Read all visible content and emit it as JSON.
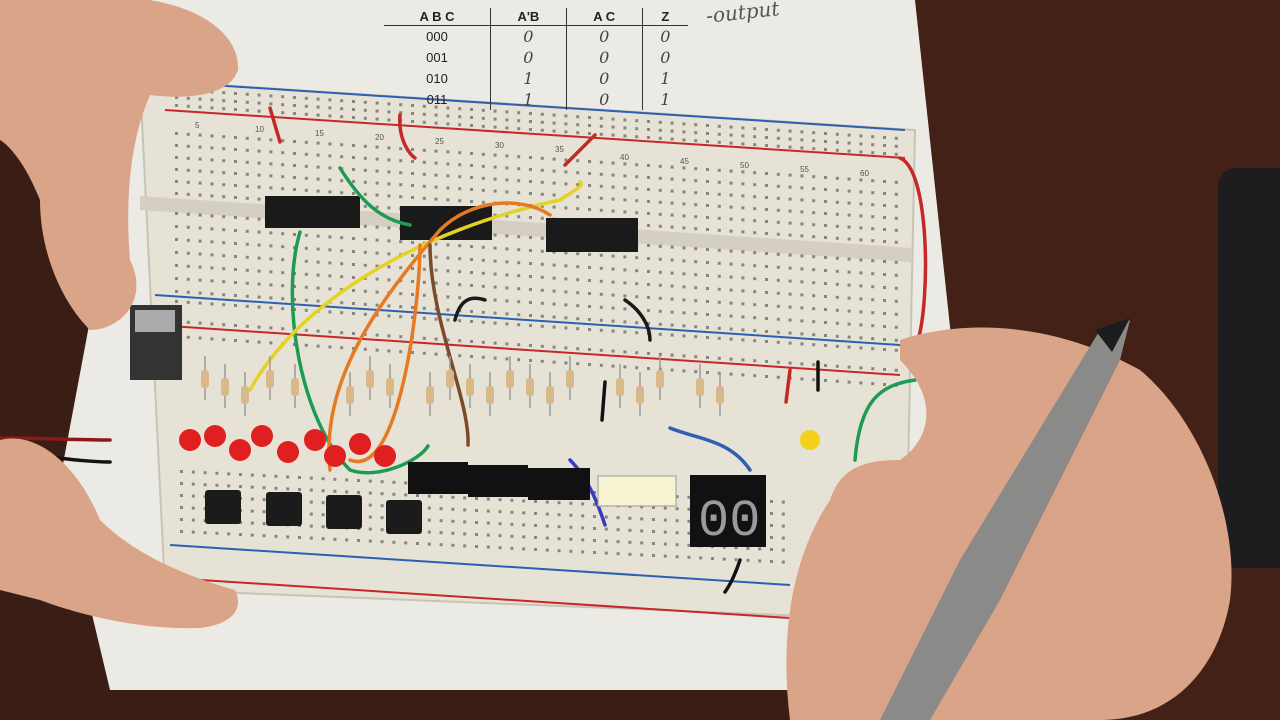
{
  "truth_table": {
    "headers": [
      "A B C",
      "A'B",
      "A C",
      "Z"
    ],
    "rows": [
      [
        "000",
        "0",
        "0",
        "0"
      ],
      [
        "001",
        "0",
        "0",
        "0"
      ],
      [
        "010",
        "1",
        "0",
        "1"
      ],
      [
        "011",
        "1",
        "0",
        "1"
      ]
    ]
  },
  "handwritten_note": "-output",
  "breadboard": {
    "column_numbers": [
      "5",
      "10",
      "15",
      "20",
      "25",
      "30",
      "35",
      "40",
      "45",
      "50",
      "55",
      "60"
    ],
    "display_digits": "00"
  },
  "colors": {
    "table_background": "#3a1d14",
    "paper": "#eceae4",
    "breadboard": "#e8e4d8",
    "rail_red": "#c62828",
    "rail_blue": "#2e5fb0",
    "led_red": "#e02020",
    "led_yellow": "#f2d21b",
    "skin": "#d9a487",
    "pen": "#8a8a88"
  }
}
